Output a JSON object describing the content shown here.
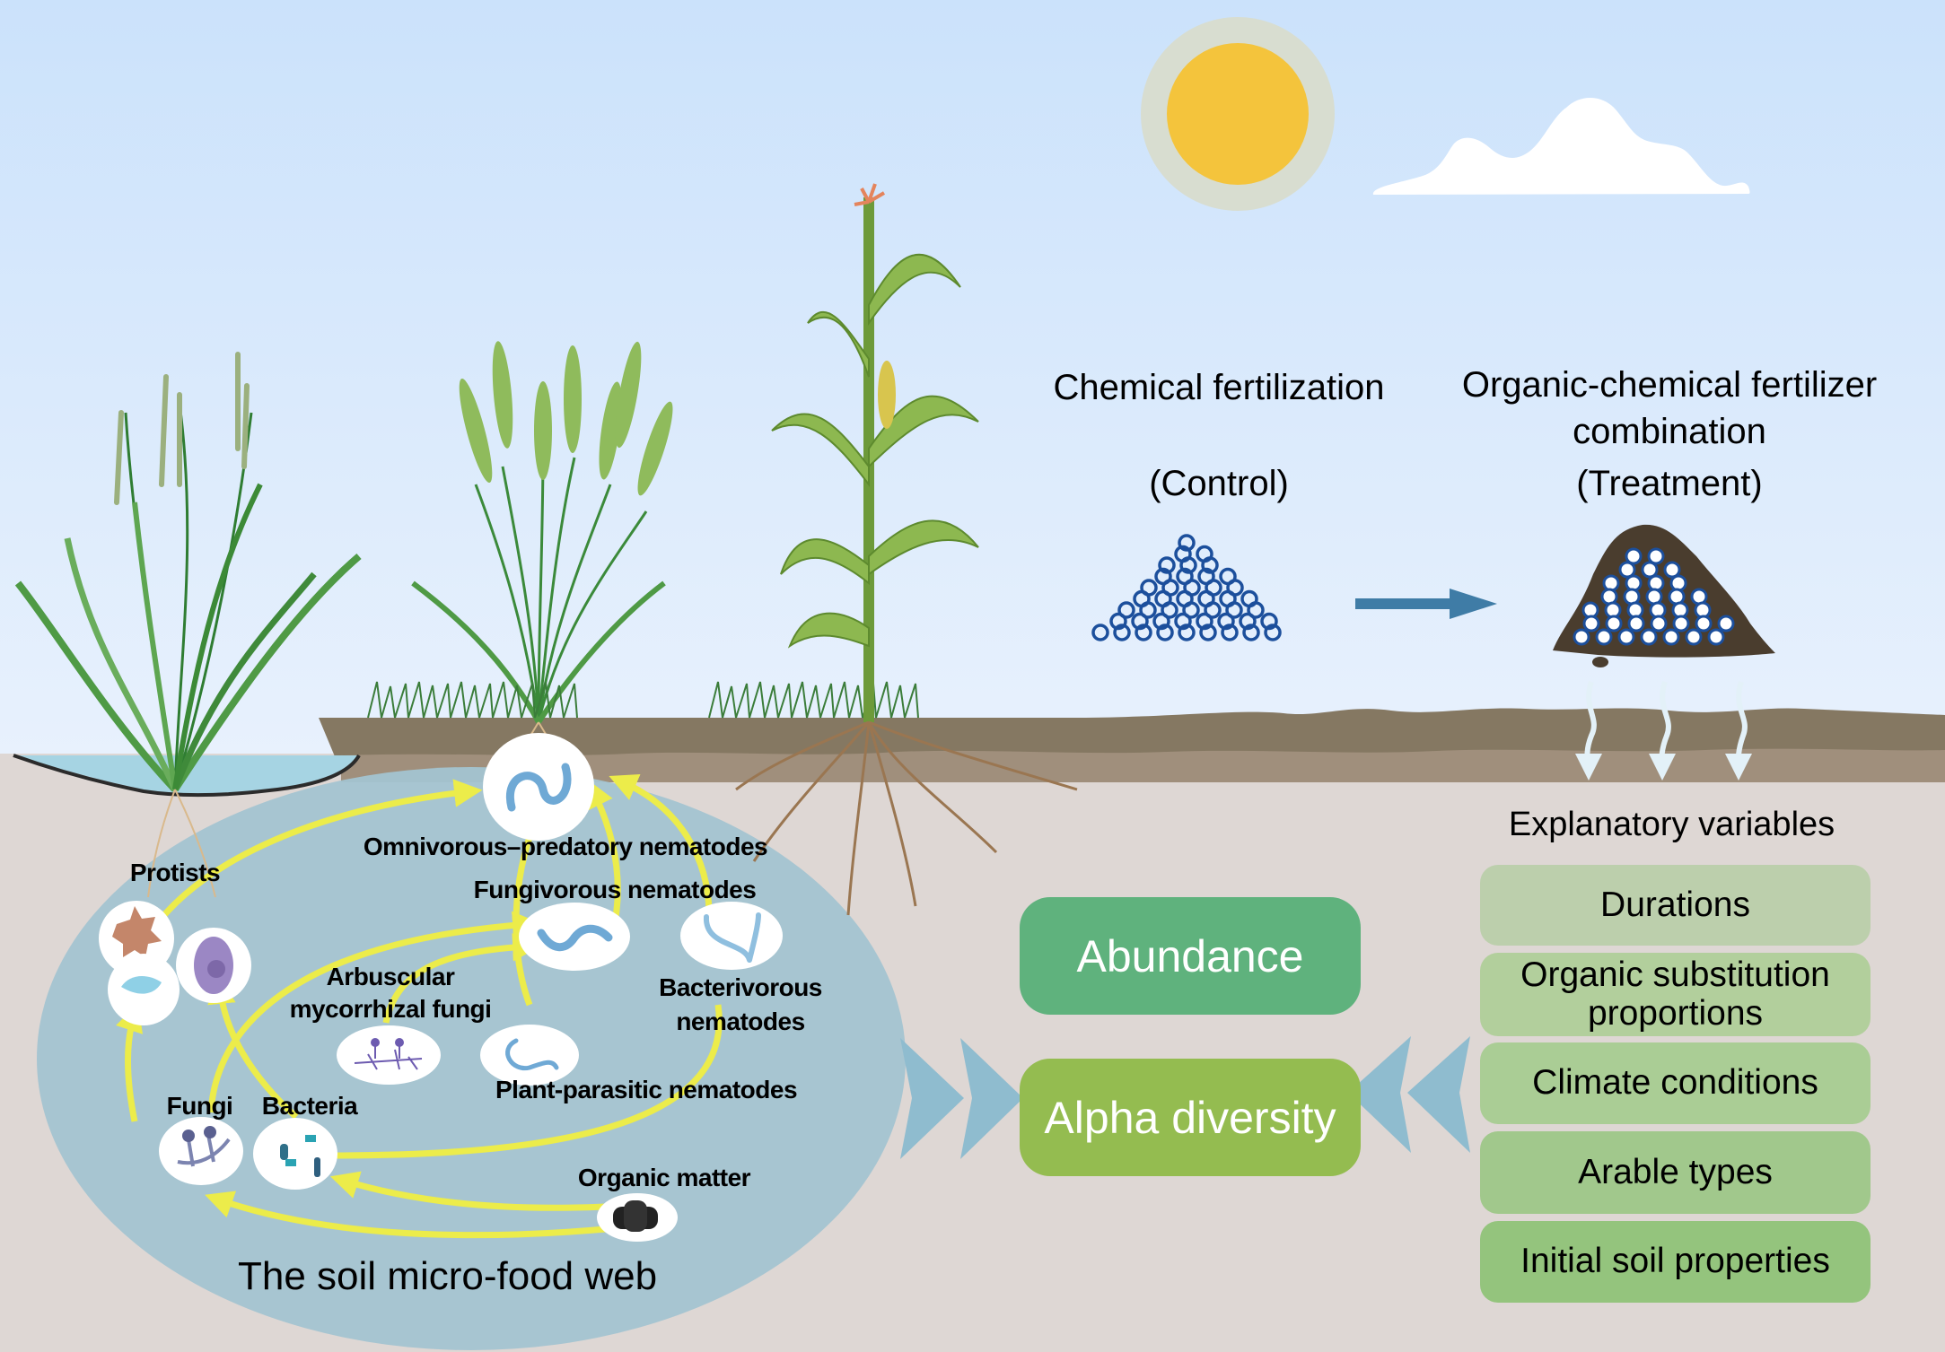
{
  "scene": {
    "title": "Soil micro-food web response to organic-chemical fertilizer combination",
    "colors": {
      "sky_top": "#cde3fb",
      "sky_bottom": "#e6f0fd",
      "ground": "#ded7d4",
      "soil_top": "#857862",
      "soil_bottom": "#a08f7c",
      "foodweb_ellipse": "#a3c4d1",
      "sun": "#f4c43c",
      "sun_halo": "#d9ddd2",
      "arrow_blue": "#3f7ca6",
      "chevron": "#8fbccf",
      "food_web_arrow": "#ecec4a",
      "pellet": "#1c4f9c"
    }
  },
  "fertilization": {
    "control": {
      "title": "Chemical fertilization",
      "subtitle": "(Control)",
      "icon": "fertilizer-pellets-icon"
    },
    "treatment": {
      "title_line1": "Organic-chemical fertilizer",
      "title_line2": "combination",
      "subtitle": "(Treatment)",
      "icon": "compost-pile-icon"
    },
    "transition_icon": "arrow-right-icon"
  },
  "food_web": {
    "title": "The soil micro-food web",
    "nodes": [
      {
        "id": "omnivorous",
        "label": "Omnivorous–predatory nematodes",
        "icon": "nematode-icon"
      },
      {
        "id": "fungivorous",
        "label": "Fungivorous nematodes",
        "icon": "nematode-icon"
      },
      {
        "id": "bacterivorous",
        "label_line1": "Bacterivorous",
        "label_line2": "nematodes",
        "icon": "nematode-icon"
      },
      {
        "id": "plant_parasitic",
        "label": "Plant-parasitic nematodes",
        "icon": "nematode-icon"
      },
      {
        "id": "amf",
        "label_line1": "Arbuscular",
        "label_line2": "mycorrhizal fungi",
        "icon": "hyphae-icon"
      },
      {
        "id": "protists",
        "label": "Protists",
        "icon": "protist-icon"
      },
      {
        "id": "fungi",
        "label": "Fungi",
        "icon": "fungi-icon"
      },
      {
        "id": "bacteria",
        "label": "Bacteria",
        "icon": "bacteria-icon"
      },
      {
        "id": "organic_matter",
        "label": "Organic matter",
        "icon": "organic-matter-icon"
      }
    ]
  },
  "outcomes": [
    {
      "label": "Abundance",
      "color": "#5fb27d"
    },
    {
      "label": "Alpha diversity",
      "color": "#94bc50"
    }
  ],
  "explanatory": {
    "title": "Explanatory variables",
    "items": [
      {
        "label": "Durations",
        "color": "#bccfac"
      },
      {
        "label_line1": "Organic substitution",
        "label_line2": "proportions",
        "color": "#b2cf9c"
      },
      {
        "label": "Climate conditions",
        "color": "#aacd95"
      },
      {
        "label": "Arable types",
        "color": "#a1c88c"
      },
      {
        "label": "Initial soil properties",
        "color": "#94c47d"
      }
    ]
  }
}
